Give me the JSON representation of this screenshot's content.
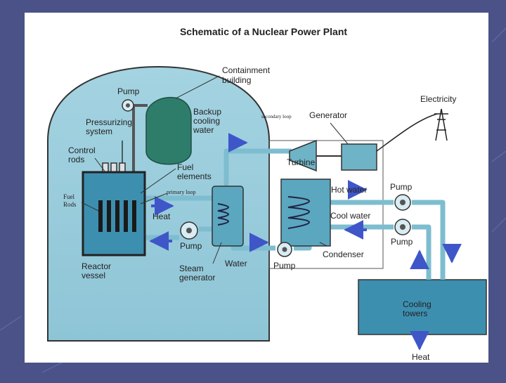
{
  "title": "Schematic of a Nuclear Power Plant",
  "labels": {
    "containment_building": [
      "Containment",
      "building"
    ],
    "pump_top": "Pump",
    "pressurizing_system": [
      "Pressurizing",
      "system"
    ],
    "backup_cooling_water": [
      "Backup",
      "cooling",
      "water"
    ],
    "control_rods": [
      "Control",
      "rods"
    ],
    "fuel_elements": [
      "Fuel",
      "elements"
    ],
    "fuel_rods": [
      "Fuel",
      "Rods"
    ],
    "primary_loop": "primary loop",
    "secondary_loop": "secondary loop",
    "heat_left": "Heat",
    "pump_primary": "Pump",
    "reactor_vessel": [
      "Reactor",
      "vessel"
    ],
    "steam_generator": [
      "Steam",
      "generator"
    ],
    "water": "Water",
    "generator": "Generator",
    "electricity": "Electricity",
    "turbine": "Turbine",
    "hot_water": "Hot water",
    "cool_water": "Cool water",
    "condenser": "Condenser",
    "pump_condensate": "Pump",
    "pump_hot": "Pump",
    "pump_cool": "Pump",
    "cooling_towers": [
      "Cooling",
      "towers"
    ],
    "heat_bottom": "Heat"
  },
  "colors": {
    "background": "#4a5288",
    "panel": "#ffffff",
    "dome": "#a9d6e3",
    "water": "#3d8fb0",
    "component": "#6fb3c6",
    "dark_green": "#2e7d6b",
    "arrow": "#3f56c9"
  }
}
